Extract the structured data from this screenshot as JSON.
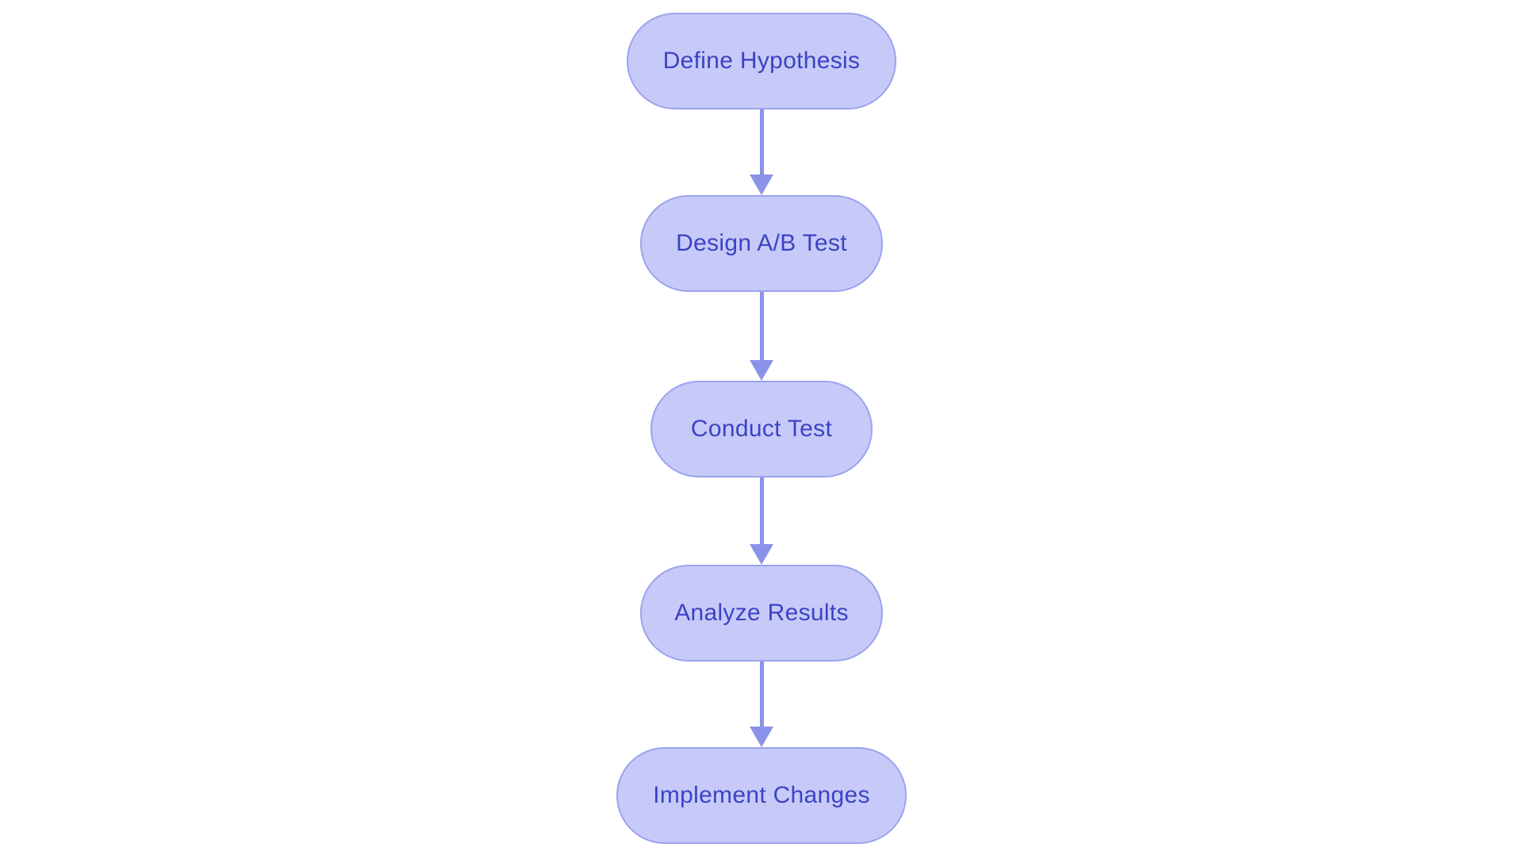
{
  "flowchart": {
    "type": "flowchart",
    "direction": "top-down",
    "nodes": [
      {
        "id": "define-hypothesis",
        "label": "Define Hypothesis"
      },
      {
        "id": "design-ab-test",
        "label": "Design A/B Test"
      },
      {
        "id": "conduct-test",
        "label": "Conduct Test"
      },
      {
        "id": "analyze-results",
        "label": "Analyze Results"
      },
      {
        "id": "implement-changes",
        "label": "Implement Changes"
      }
    ],
    "edges": [
      {
        "from": "define-hypothesis",
        "to": "design-ab-test"
      },
      {
        "from": "design-ab-test",
        "to": "conduct-test"
      },
      {
        "from": "conduct-test",
        "to": "analyze-results"
      },
      {
        "from": "analyze-results",
        "to": "implement-changes"
      }
    ],
    "colors": {
      "background": "#ffffff",
      "node_fill": "#c7caf8",
      "node_border": "#9ba3ee",
      "node_text": "#3b43c4",
      "arrow": "#8b92e9"
    }
  }
}
